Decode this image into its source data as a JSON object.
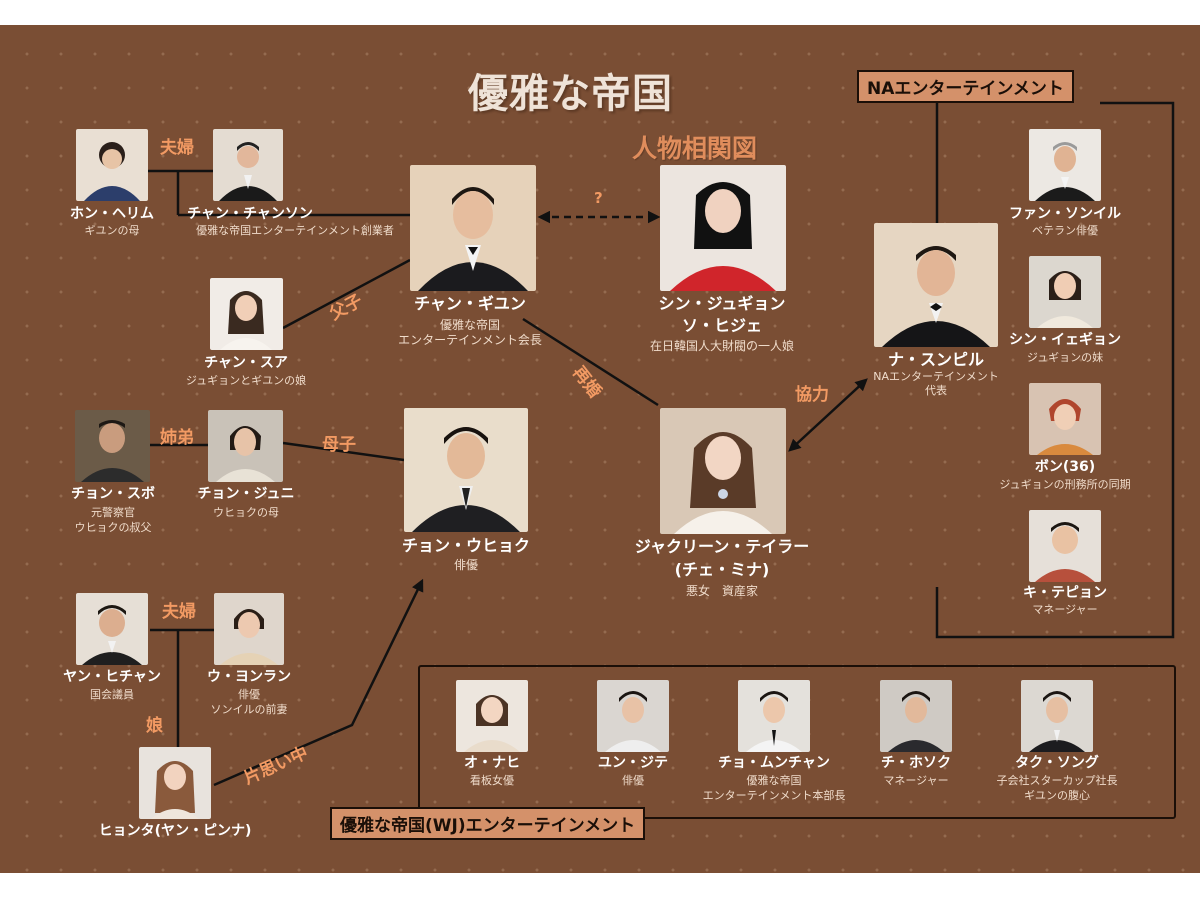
{
  "title": "優雅な帝国",
  "subtitle": "人物相関図",
  "groups": {
    "na": "NAエンターテインメント",
    "wj": "優雅な帝国(WJ)エンターテインメント"
  },
  "relations": {
    "couple1": "夫婦",
    "father_child": "父子",
    "question": "?",
    "remarried": "再婚",
    "cooperation": "協力",
    "siblings": "姉弟",
    "mother_child": "母子",
    "couple2": "夫婦",
    "daughter": "娘",
    "crush": "片思い中"
  },
  "people": {
    "hong": {
      "name": "ホン・ヘリム",
      "desc": "ギユンの母"
    },
    "chang_cs": {
      "name": "チャン・チャンソン",
      "desc": "優雅な帝国エンターテインメント創業者"
    },
    "chang_gyun": {
      "name": "チャン・ギユン",
      "desc1": "優雅な帝国",
      "desc2": "エンターテインメント会長"
    },
    "shin": {
      "name1": "シン・ジュギョン",
      "name2": "ソ・ヒジェ",
      "desc": "在日韓国人大財閥の一人娘"
    },
    "chang_sua": {
      "name": "チャン・スア",
      "desc": "ジュギョンとギユンの娘"
    },
    "jung_sbo": {
      "name": "チョン・スボ",
      "desc1": "元警察官",
      "desc2": "ウヒョクの叔父"
    },
    "jung_juni": {
      "name": "チョン・ジュニ",
      "desc": "ウヒョクの母"
    },
    "jung_uhyok": {
      "name": "チョン・ウヒョク",
      "desc": "俳優"
    },
    "jacqueline": {
      "name1": "ジャクリーン・テイラー",
      "name2": "(チェ・ミナ)",
      "desc": "悪女　資産家"
    },
    "na_sp": {
      "name": "ナ・スンピル",
      "desc1": "NAエンターテインメント",
      "desc2": "代表"
    },
    "hwang": {
      "name": "ファン・ソンイル",
      "desc": "ベテラン俳優"
    },
    "shin_ig": {
      "name": "シン・イェギョン",
      "desc": "ジュギョンの妹"
    },
    "bon": {
      "name": "ボン(36)",
      "desc": "ジュギョンの刑務所の同期"
    },
    "ki": {
      "name": "キ・テピョン",
      "desc": "マネージャー"
    },
    "yang_hc": {
      "name": "ヤン・ヒチャン",
      "desc": "国会議員"
    },
    "u_yr": {
      "name": "ウ・ヨンラン",
      "desc1": "俳優",
      "desc2": "ソンイルの前妻"
    },
    "hyonta": {
      "name": "ヒョンタ(ヤン・ピンナ)"
    },
    "o_nahi": {
      "name": "オ・ナヒ",
      "desc": "看板女優"
    },
    "yun_jite": {
      "name": "ユン・ジテ",
      "desc": "俳優"
    },
    "cho_mc": {
      "name": "チョ・ムンチャン",
      "desc1": "優雅な帝国",
      "desc2": "エンターテインメント本部長"
    },
    "chi_hs": {
      "name": "チ・ホソク",
      "desc": "マネージャー"
    },
    "tak_sg": {
      "name": "タク・ソング",
      "desc1": "子会社スターカップ社長",
      "desc2": "ギユンの腹心"
    }
  }
}
